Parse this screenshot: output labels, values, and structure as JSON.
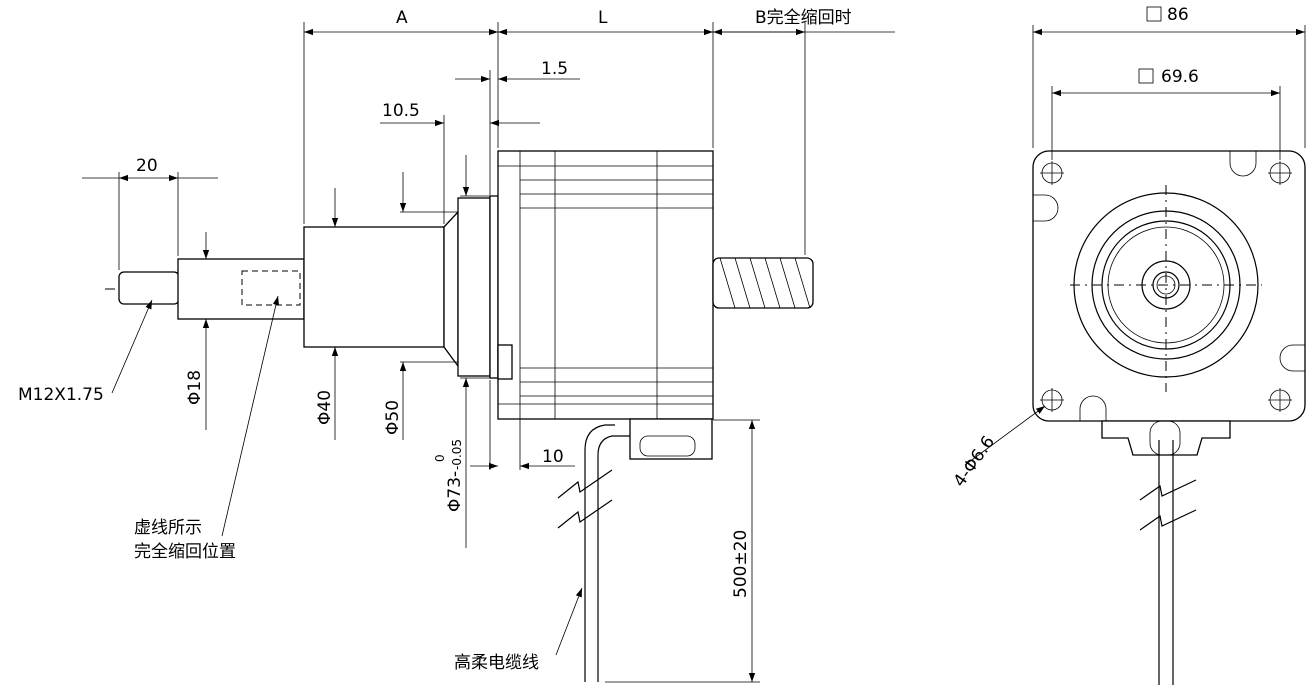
{
  "side_view": {
    "dim_a": "A",
    "dim_l": "L",
    "dim_b": "B完全缩回时",
    "dim_1_5": "1.5",
    "dim_10_5": "10.5",
    "dim_20": "20",
    "dim_10": "10",
    "phi18": "Φ18",
    "phi40": "Φ40",
    "phi50": "Φ50",
    "phi73": "Φ73-",
    "phi73_tol_upper": "0",
    "phi73_tol_lower": "-0.05",
    "thread": "M12X1.75",
    "note_line1": "虚线所示",
    "note_line2": "完全缩回位置",
    "cable_length": "500±20",
    "cable_label": "高柔电缆线"
  },
  "front_view": {
    "dim_86": "86",
    "dim_69_6": "69.6",
    "holes": "4-Φ6.6"
  }
}
